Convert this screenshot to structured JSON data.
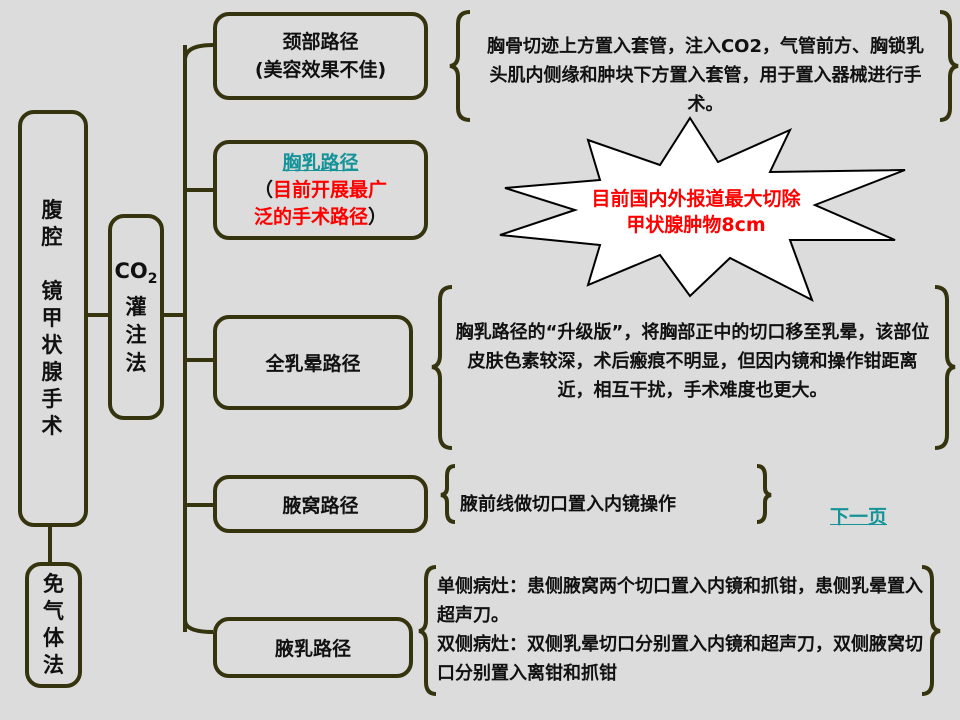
{
  "root": {
    "label_1": "腹腔",
    "label_2": "镜甲状腺手术"
  },
  "gasless": {
    "label": "免气体法"
  },
  "co2": {
    "label_co": "CO",
    "label_sub": "2",
    "label_rest": "灌注法"
  },
  "branches": [
    {
      "title": "颈部路径",
      "note": "(美容效果不佳)",
      "desc": "胸骨切迹上方置入套管，注入CO2，气管前方、胸锁乳头肌内侧缘和肿块下方置入套管，用于置入器械进行手术。"
    },
    {
      "title": "胸乳路径",
      "note_open": "（",
      "note": "目前开展最广泛的手术路径",
      "note_close": "）"
    },
    {
      "title": "全乳晕路径",
      "desc": "胸乳路径的“升级版”，将胸部正中的切口移至乳晕，该部位皮肤色素较深，术后瘢痕不明显，但因内镜和操作钳距离近，相互干扰，手术难度也更大。"
    },
    {
      "title": "腋窝路径",
      "desc": "腋前线做切口置入内镜操作"
    },
    {
      "title": "腋乳路径",
      "desc_1": "单侧病灶：患侧腋窝两个切口置入内镜和抓钳，患侧乳晕置入超声刀。",
      "desc_2": "双侧病灶：双侧乳晕切口分别置入内镜和超声刀，双侧腋窝切口分别置入离钳和抓钳"
    }
  ],
  "burst": {
    "text": "目前国内外报道最大切除甲状腺肿物8cm"
  },
  "next_page": "下一页",
  "colors": {
    "background": "#dcdcdc",
    "border": "#36340f",
    "highlight": "#ff0000",
    "link": "#149499"
  }
}
